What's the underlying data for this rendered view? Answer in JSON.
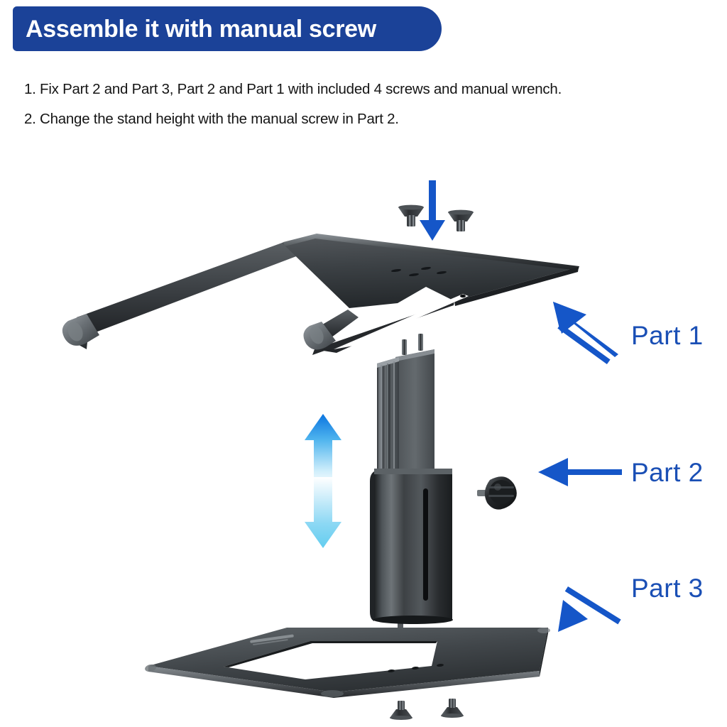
{
  "header": {
    "title": "Assemble it with manual screw",
    "banner_color": "#1b4298",
    "text_color": "#ffffff"
  },
  "instructions": [
    "1. Fix Part 2 and Part 3, Part 2 and Part 1 with included 4 screws and manual wrench.",
    "2. Change the stand height with the manual screw in Part 2."
  ],
  "diagram": {
    "accent_color": "#1a4fb5",
    "arrow_color": "#1556c8",
    "metal_dark": "#33373a",
    "metal_mid": "#4a4f53",
    "metal_light": "#6e7478",
    "height_arrow_top_color": "#0a7ee0",
    "height_arrow_bottom_color": "#7fd7f5",
    "labels": [
      {
        "id": "part-1",
        "text": "Part  1",
        "arrow": "diagonal-up-left"
      },
      {
        "id": "part-2",
        "text": "Part  2",
        "arrow": "horizontal-left"
      },
      {
        "id": "part-3",
        "text": "Part  3",
        "arrow": "diagonal-down-left"
      }
    ],
    "components": {
      "top_plate": "laptop-riser-top-plate",
      "column": "telescoping-column",
      "knob": "manual-thumb-screw-knob",
      "base_plate": "base-plate",
      "screws_top_count": 2,
      "screws_bottom_count": 2,
      "vent_slots_top_plate": 4,
      "vent_holes_base_plate": 3
    }
  }
}
